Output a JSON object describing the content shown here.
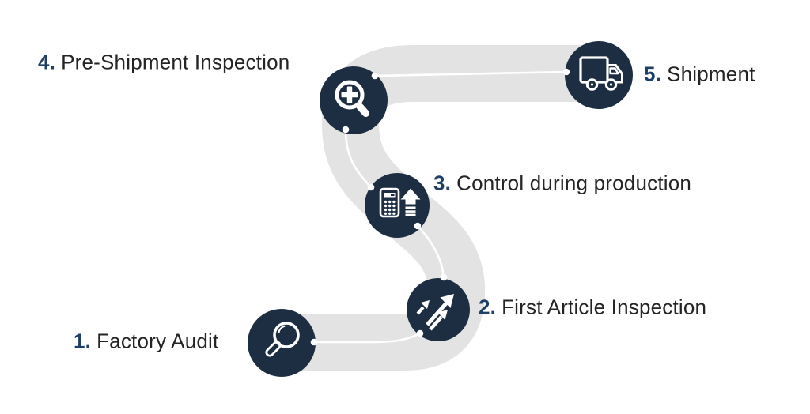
{
  "diagram": {
    "type": "process-flow",
    "shape": "s-curve-road",
    "steps": [
      {
        "num": "1.",
        "label": "Factory Audit",
        "icon": "magnifier-icon"
      },
      {
        "num": "2.",
        "label": "First Article Inspection",
        "icon": "trend-arrows-icon"
      },
      {
        "num": "3.",
        "label": "Control during production",
        "icon": "calculator-arrow-icon"
      },
      {
        "num": "4.",
        "label": "Pre-Shipment Inspection",
        "icon": "zoom-in-icon"
      },
      {
        "num": "5.",
        "label": "Shipment",
        "icon": "truck-icon"
      }
    ]
  },
  "colors": {
    "circle": "#1d2e42",
    "number": "#1f4066",
    "label": "#242424",
    "road": "#e3e3e3",
    "connector": "#ffffff",
    "background": "#ffffff"
  }
}
